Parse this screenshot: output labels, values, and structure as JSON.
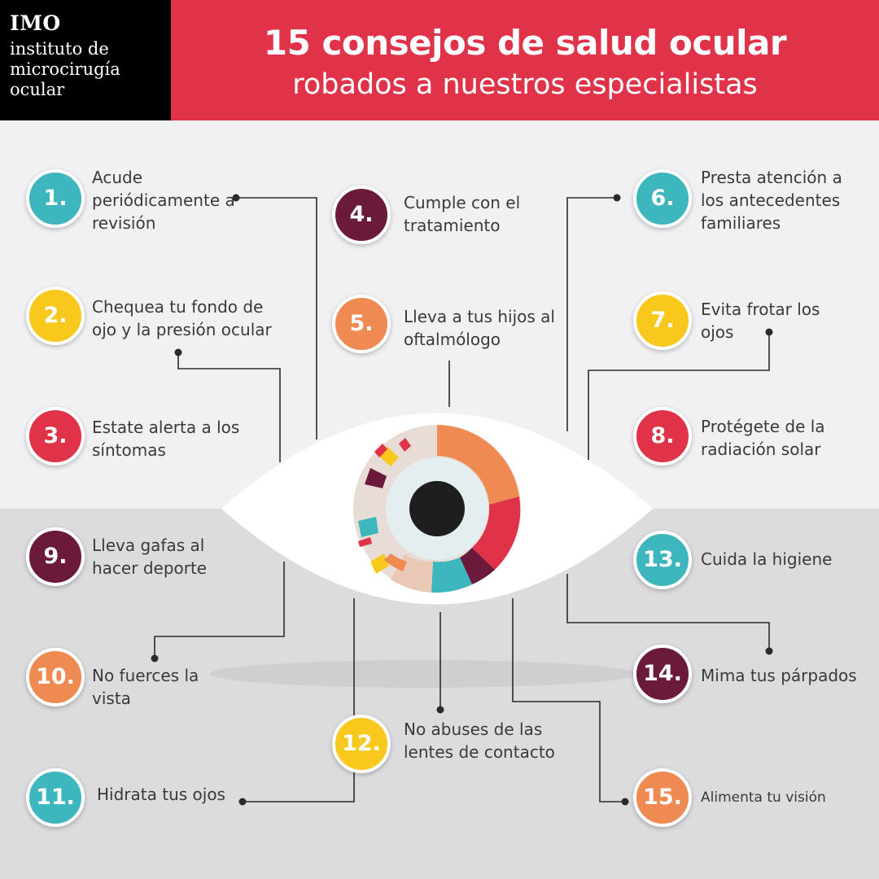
{
  "logo": {
    "brand": "IMO",
    "subtitle": "instituto de microcirugía ocular"
  },
  "header": {
    "title": "15 consejos de salud ocular",
    "subtitle": "robados a nuestros especialistas"
  },
  "tips": [
    {
      "number": "1.",
      "text": "Acude periódicamente a revisión",
      "color": "#3db6be"
    },
    {
      "number": "2.",
      "text": "Chequea tu fondo de ojo y la presión ocular",
      "color": "#f8c81c"
    },
    {
      "number": "3.",
      "text": "Estate alerta a los síntomas",
      "color": "#e03248"
    },
    {
      "number": "4.",
      "text": "Cumple con el tratamiento",
      "color": "#6b1a3c"
    },
    {
      "number": "5.",
      "text": "Lleva a tus hijos al oftalmólogo",
      "color": "#ef8a52"
    },
    {
      "number": "6.",
      "text": "Presta atención a los antecedentes familiares",
      "color": "#3db6be"
    },
    {
      "number": "7.",
      "text": "Evita frotar los ojos",
      "color": "#f8c81c"
    },
    {
      "number": "8.",
      "text": "Protégete de la radiación solar",
      "color": "#e03248"
    },
    {
      "number": "9.",
      "text": "Lleva gafas al hacer deporte",
      "color": "#6b1a3c"
    },
    {
      "number": "10.",
      "text": "No fuerces la vista",
      "color": "#ef8a52"
    },
    {
      "number": "11.",
      "text": "Hidrata tus ojos",
      "color": "#3db6be"
    },
    {
      "number": "12.",
      "text": "No abuses de las lentes de contacto",
      "color": "#f8c81c"
    },
    {
      "number": "13.",
      "text": "Cuida la higiene",
      "color": "#3db6be"
    },
    {
      "number": "14.",
      "text": "Mima tus párpados",
      "color": "#6b1a3c"
    },
    {
      "number": "15.",
      "text": "Alimenta tu visión",
      "color": "#ef8a52"
    }
  ],
  "colors": {
    "accent_red": "#e03248",
    "teal": "#3db6be",
    "yellow": "#f8c81c",
    "maroon": "#6b1a3c",
    "orange": "#ef8a52"
  },
  "icons": {
    "eye": "eye-illustration"
  }
}
